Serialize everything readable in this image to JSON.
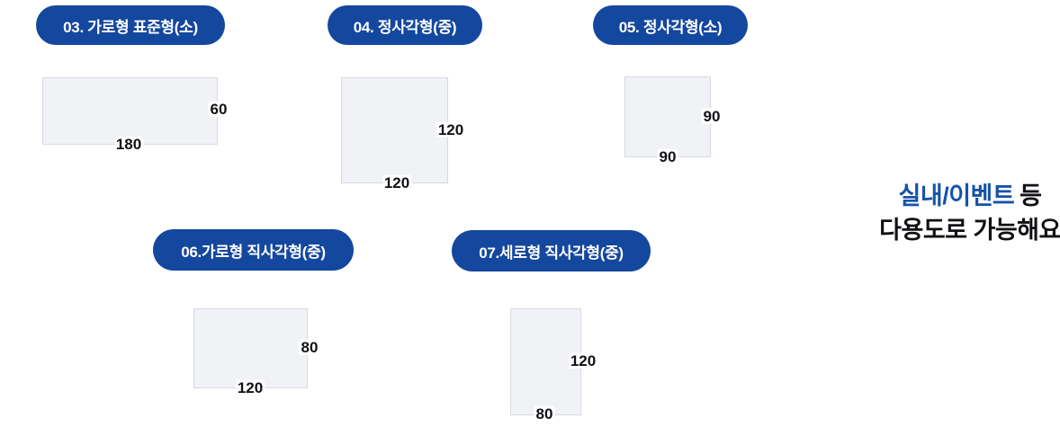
{
  "colors": {
    "background": "#ffffff",
    "pill_bg": "#14479e",
    "pill_text": "#ffffff",
    "rect_fill": "#f1f2f6",
    "rect_border": "#d6dae1",
    "dim_text": "#101114",
    "dim_halo": "#ffffff",
    "note_highlight": "#1553a8",
    "note_text": "#101114"
  },
  "sizes": [
    {
      "id": "03",
      "label": "03. 가로형 표준형(소)",
      "width": "180",
      "height": "60"
    },
    {
      "id": "04",
      "label": "04. 정사각형(중)",
      "width": "120",
      "height": "120"
    },
    {
      "id": "05",
      "label": "05. 정사각형(소)",
      "width": "90",
      "height": "90"
    },
    {
      "id": "06",
      "label": "06.가로형 직사각형(중)",
      "width": "120",
      "height": "80"
    },
    {
      "id": "07",
      "label": "07.세로형 직사각형(중)",
      "width": "80",
      "height": "120"
    }
  ],
  "note": {
    "highlight": "실내/이벤트",
    "suffix": "등",
    "line2": "다용도로 가능해요"
  }
}
